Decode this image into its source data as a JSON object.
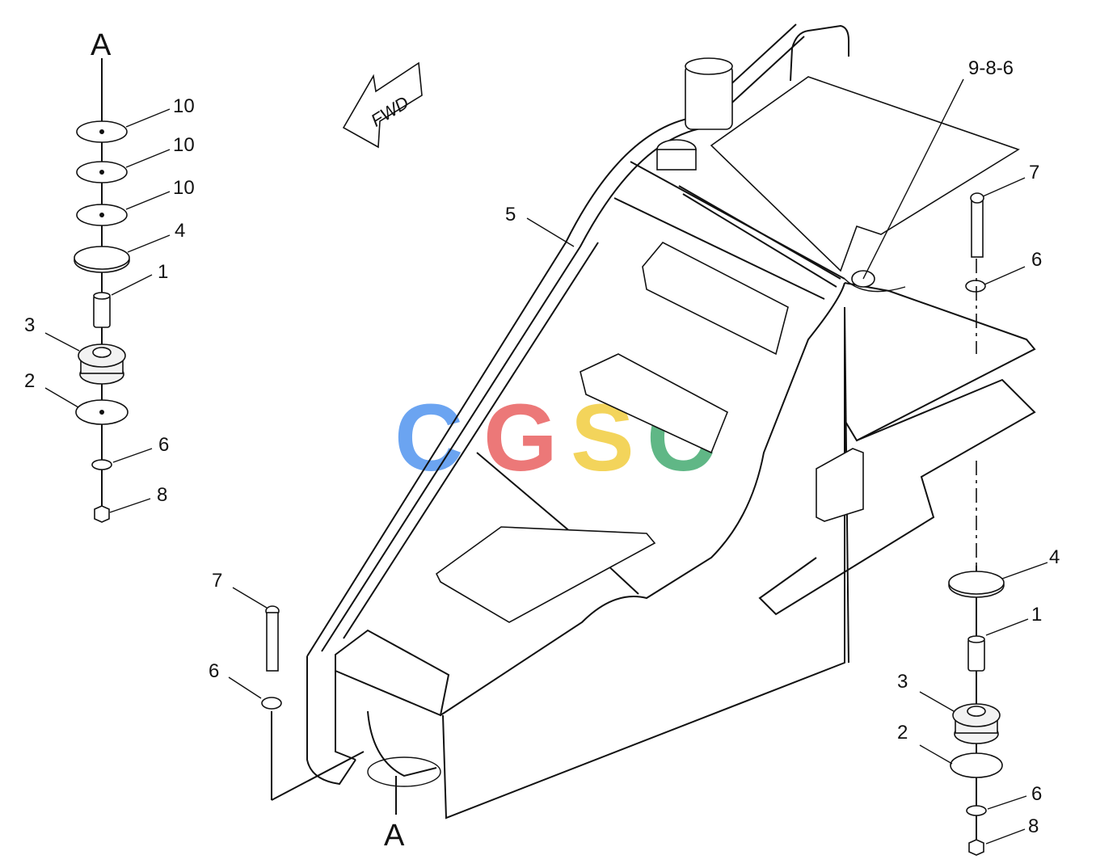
{
  "section_labels": {
    "top": "A",
    "bottom": "A"
  },
  "direction_arrow": {
    "label": "FWD"
  },
  "watermark": {
    "letters": [
      "C",
      "G",
      "S",
      "C"
    ],
    "colors": [
      "#5b9bf0",
      "#ea6a6a",
      "#f2d04a",
      "#4fb07a"
    ]
  },
  "callouts": {
    "left_stack": [
      "10",
      "10",
      "10",
      "4",
      "1",
      "3",
      "2",
      "6",
      "8"
    ],
    "bracket_label": "9-8-6",
    "frame_label": "5",
    "right_top": [
      "7",
      "6"
    ],
    "right_bottom": [
      "4",
      "1",
      "3",
      "2",
      "6",
      "8"
    ],
    "lower_left": [
      "7",
      "6"
    ]
  }
}
